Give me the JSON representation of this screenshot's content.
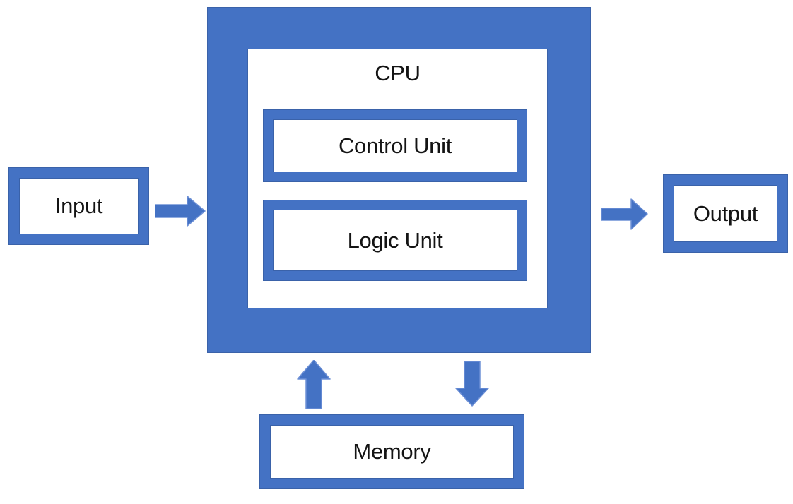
{
  "diagram": {
    "type": "block-diagram",
    "subject": "computer architecture"
  },
  "colors": {
    "accent": "#4472C4",
    "accent_outline": "#3a62a9",
    "arrow_stroke": "#6d90d6",
    "text": "#141414",
    "background": "#ffffff"
  },
  "nodes": {
    "input": {
      "label": "Input"
    },
    "cpu": {
      "label": "CPU"
    },
    "control_unit": {
      "label": "Control Unit"
    },
    "logic_unit": {
      "label": "Logic Unit"
    },
    "output": {
      "label": "Output"
    },
    "memory": {
      "label": "Memory"
    }
  },
  "edges": [
    {
      "from": "input",
      "to": "cpu",
      "direction": "right"
    },
    {
      "from": "cpu",
      "to": "output",
      "direction": "right"
    },
    {
      "from": "memory",
      "to": "cpu",
      "direction": "up"
    },
    {
      "from": "cpu",
      "to": "memory",
      "direction": "down"
    }
  ]
}
